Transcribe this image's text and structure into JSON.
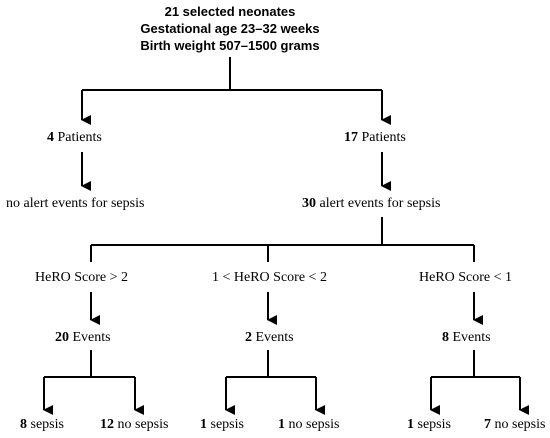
{
  "header": {
    "line1": "21 selected neonates",
    "line2": "Gestational age 23–32 weeks",
    "line3": "Birth weight 507–1500 grams"
  },
  "level1": {
    "left": {
      "count": "4",
      "label": "Patients"
    },
    "right": {
      "count": "17",
      "label": "Patients"
    }
  },
  "level2": {
    "left": {
      "text": "no alert events for sepsis"
    },
    "right": {
      "count": "30",
      "label": "alert events for sepsis"
    }
  },
  "groups": [
    {
      "score": "HeRO Score > 2",
      "events_count": "20",
      "events_label": "Events",
      "sepsis_count": "8",
      "sepsis_label": "sepsis",
      "nosepsis_count": "12",
      "nosepsis_label": "no sepsis"
    },
    {
      "score": "1 < HeRO Score < 2",
      "events_count": "2",
      "events_label": "Events",
      "sepsis_count": "1",
      "sepsis_label": "sepsis",
      "nosepsis_count": "1",
      "nosepsis_label": "no sepsis"
    },
    {
      "score": "HeRO Score < 1",
      "events_count": "8",
      "events_label": "Events",
      "sepsis_count": "1",
      "sepsis_label": "sepsis",
      "nosepsis_count": "7",
      "nosepsis_label": "no sepsis"
    }
  ]
}
